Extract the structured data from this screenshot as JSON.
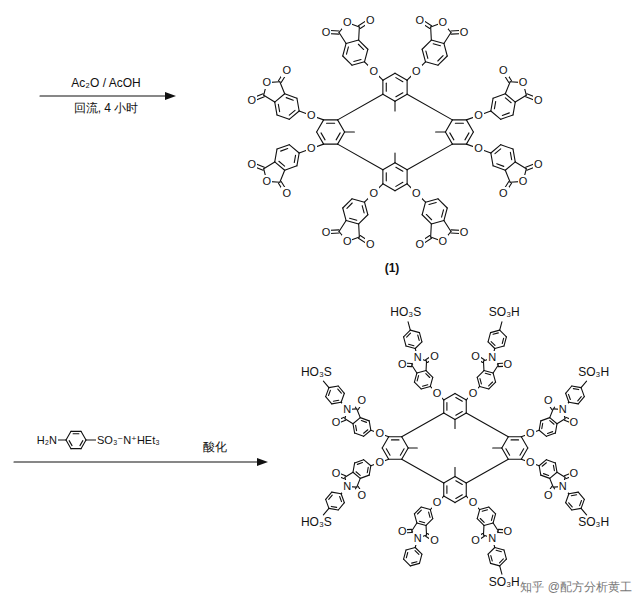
{
  "diagram": {
    "labels": [
      "Ac₂O / AcOH",
      "回流, 4 小时",
      "O",
      "O",
      "O",
      "O",
      "O",
      "O",
      "O",
      "O",
      "O",
      "O",
      "O",
      "O",
      "O",
      "O",
      "O",
      "O",
      "O",
      "O",
      "O",
      "O",
      "O",
      "O",
      "O",
      "O",
      "O",
      "O",
      "O",
      "O",
      "O",
      "O",
      "O",
      "O",
      "(1)",
      "H₂N",
      "SO₃⁻N⁺HEt₃",
      "酸化",
      "O",
      "O",
      "N",
      "O",
      "HO₃S",
      "O",
      "O",
      "N",
      "O",
      "SO₃H",
      "O",
      "O",
      "N",
      "O",
      "HO₃S",
      "O",
      "O",
      "N",
      "O",
      "SO₃H",
      "O",
      "O",
      "N",
      "O",
      "HO₃S",
      "O",
      "O",
      "N",
      "O",
      "SO₃H",
      "O",
      "O",
      "N",
      "O",
      "O",
      "O",
      "N",
      "O",
      "SO₃H",
      "知乎 @配方分析黄工"
    ]
  }
}
